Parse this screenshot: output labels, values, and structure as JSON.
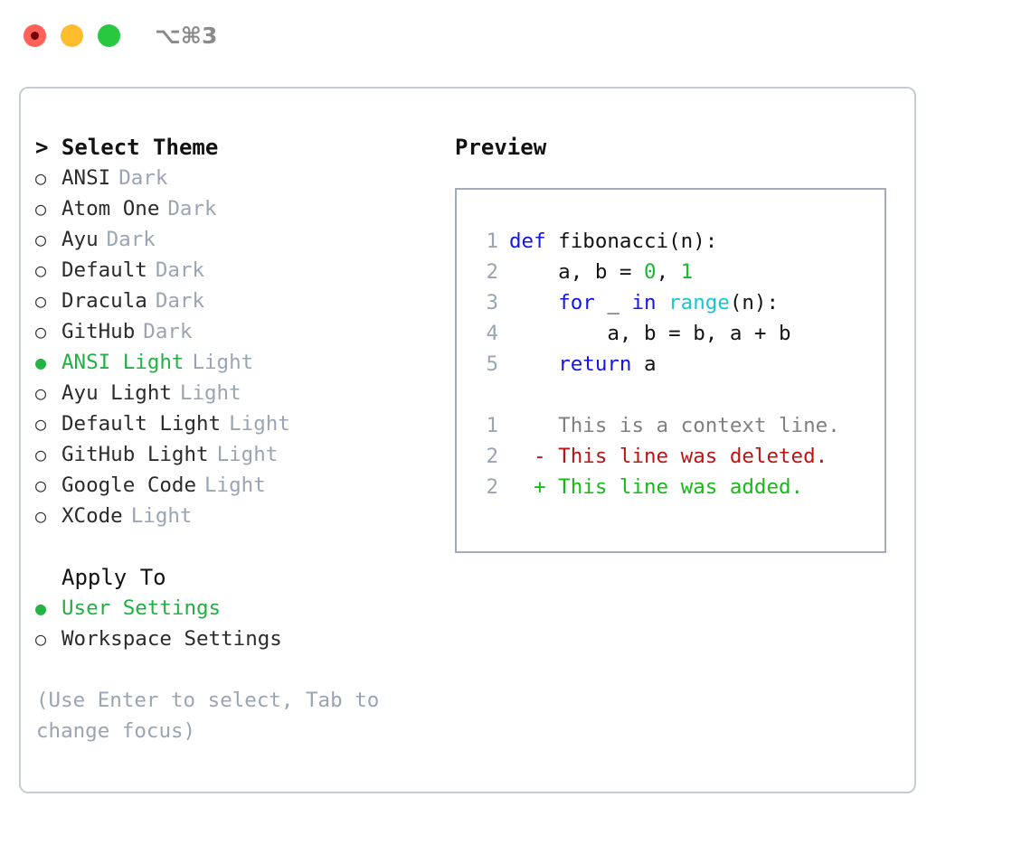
{
  "titlebar": {
    "shortcut_label": "⌥⌘3",
    "traffic_lights": [
      "close-red",
      "minimize-yellow",
      "maximize-green"
    ]
  },
  "theme_section": {
    "header": "> Select Theme",
    "options": [
      {
        "label": "ANSI",
        "tag": "Dark",
        "selected": false,
        "bullet": "○"
      },
      {
        "label": "Atom One",
        "tag": "Dark",
        "selected": false,
        "bullet": "○"
      },
      {
        "label": "Ayu",
        "tag": "Dark",
        "selected": false,
        "bullet": "○"
      },
      {
        "label": "Default",
        "tag": "Dark",
        "selected": false,
        "bullet": "○"
      },
      {
        "label": "Dracula",
        "tag": "Dark",
        "selected": false,
        "bullet": "○"
      },
      {
        "label": "GitHub",
        "tag": "Dark",
        "selected": false,
        "bullet": "○"
      },
      {
        "label": "ANSI Light",
        "tag": "Light",
        "selected": true,
        "bullet": "●"
      },
      {
        "label": "Ayu Light",
        "tag": "Light",
        "selected": false,
        "bullet": "○"
      },
      {
        "label": "Default Light",
        "tag": "Light",
        "selected": false,
        "bullet": "○"
      },
      {
        "label": "GitHub Light",
        "tag": "Light",
        "selected": false,
        "bullet": "○"
      },
      {
        "label": "Google Code",
        "tag": "Light",
        "selected": false,
        "bullet": "○"
      },
      {
        "label": "XCode",
        "tag": "Light",
        "selected": false,
        "bullet": "○"
      }
    ]
  },
  "apply_section": {
    "header": "Apply To",
    "options": [
      {
        "label": "User Settings",
        "selected": true,
        "bullet": "●"
      },
      {
        "label": "Workspace Settings",
        "selected": false,
        "bullet": "○"
      }
    ]
  },
  "hint": "(Use Enter to select, Tab to change focus)",
  "preview": {
    "title": "Preview",
    "code_lines": [
      {
        "no": "1",
        "tokens": [
          {
            "t": "def",
            "c": "kw"
          },
          {
            "t": " fibonacci(n):",
            "c": ""
          }
        ]
      },
      {
        "no": "2",
        "tokens": [
          {
            "t": "    a, b = ",
            "c": ""
          },
          {
            "t": "0",
            "c": "num"
          },
          {
            "t": ", ",
            "c": ""
          },
          {
            "t": "1",
            "c": "num"
          }
        ]
      },
      {
        "no": "3",
        "tokens": [
          {
            "t": "    ",
            "c": ""
          },
          {
            "t": "for",
            "c": "kw"
          },
          {
            "t": " _ ",
            "c": ""
          },
          {
            "t": "in",
            "c": "kw"
          },
          {
            "t": " ",
            "c": ""
          },
          {
            "t": "range",
            "c": "fn"
          },
          {
            "t": "(n):",
            "c": ""
          }
        ]
      },
      {
        "no": "4",
        "tokens": [
          {
            "t": "        a, b = b, a + b",
            "c": ""
          }
        ]
      },
      {
        "no": "5",
        "tokens": [
          {
            "t": "    ",
            "c": ""
          },
          {
            "t": "return",
            "c": "kw"
          },
          {
            "t": " a",
            "c": ""
          }
        ]
      }
    ],
    "diff_lines": [
      {
        "no": "1",
        "marker": " ",
        "text": "This is a context line.",
        "kind": "ctx"
      },
      {
        "no": "2",
        "marker": "-",
        "text": "This line was deleted.",
        "kind": "del"
      },
      {
        "no": "2",
        "marker": "+",
        "text": "This line was added.",
        "kind": "add"
      }
    ]
  },
  "colors": {
    "accent_green": "#21b140",
    "muted_gray": "#9aa5b4",
    "keyword_blue": "#1414ee",
    "function_cyan": "#17c5d4",
    "number_green": "#16bb2c",
    "diff_deleted": "#bb1414",
    "diff_added": "#15bb15",
    "panel_border": "#c6ccd4",
    "preview_border": "#a2adbc"
  }
}
